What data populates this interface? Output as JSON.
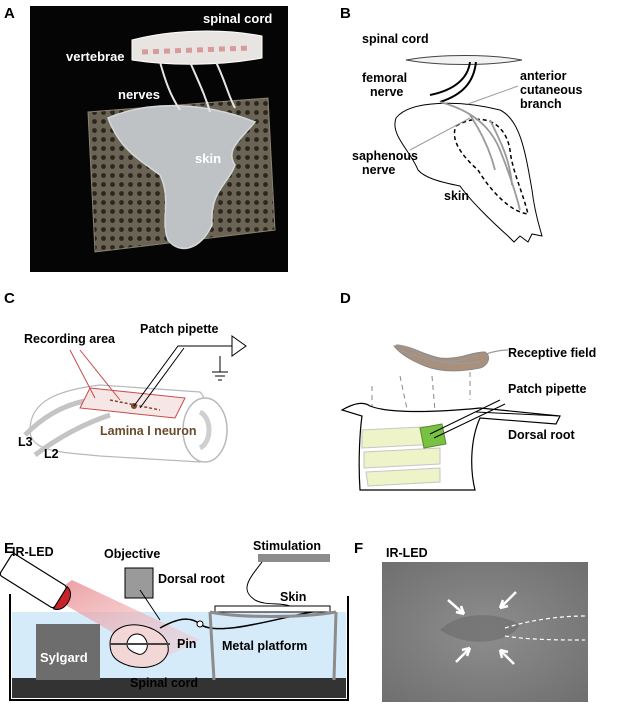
{
  "colors": {
    "skin_gray": "#9a9a9a",
    "receptive_brown": "#a8907c",
    "patch_green": "#79c143",
    "light_yellow": "#eef3c8",
    "bath_blue": "#d6ebfa",
    "led_red": "#c8232b",
    "tissue_pink": "#f3d6d6",
    "neuron_brown": "#6b4a2b"
  },
  "panels": {
    "A": {
      "letter": "A",
      "labels": {
        "spinal_cord": "spinal cord",
        "vertebrae": "vertebrae",
        "nerves": "nerves",
        "skin": "skin"
      }
    },
    "B": {
      "letter": "B",
      "labels": {
        "spinal_cord": "spinal cord",
        "femoral_1": "femoral",
        "femoral_2": "nerve",
        "anterior_1": "anterior",
        "anterior_2": "cutaneous",
        "anterior_3": "branch",
        "saphenous_1": "saphenous",
        "saphenous_2": "nerve",
        "skin": "skin"
      }
    },
    "C": {
      "letter": "C",
      "labels": {
        "recording_area": "Recording area",
        "patch_pipette": "Patch pipette",
        "lamina": "Lamina I neuron",
        "l3": "L3",
        "l2": "L2"
      }
    },
    "D": {
      "letter": "D",
      "labels": {
        "receptive_field": "Receptive field",
        "patch_pipette": "Patch pipette",
        "dorsal_root": "Dorsal root"
      }
    },
    "E": {
      "letter": "E",
      "labels": {
        "ir_led": "IR-LED",
        "objective": "Objective",
        "stimulation": "Stimulation",
        "dorsal_root": "Dorsal root",
        "skin": "Skin",
        "sylgard": "Sylgard",
        "pin": "Pin",
        "metal_platform": "Metal platform",
        "spinal_cord": "Spinal cord"
      }
    },
    "F": {
      "letter": "F",
      "labels": {
        "ir_led": "IR-LED"
      }
    }
  }
}
